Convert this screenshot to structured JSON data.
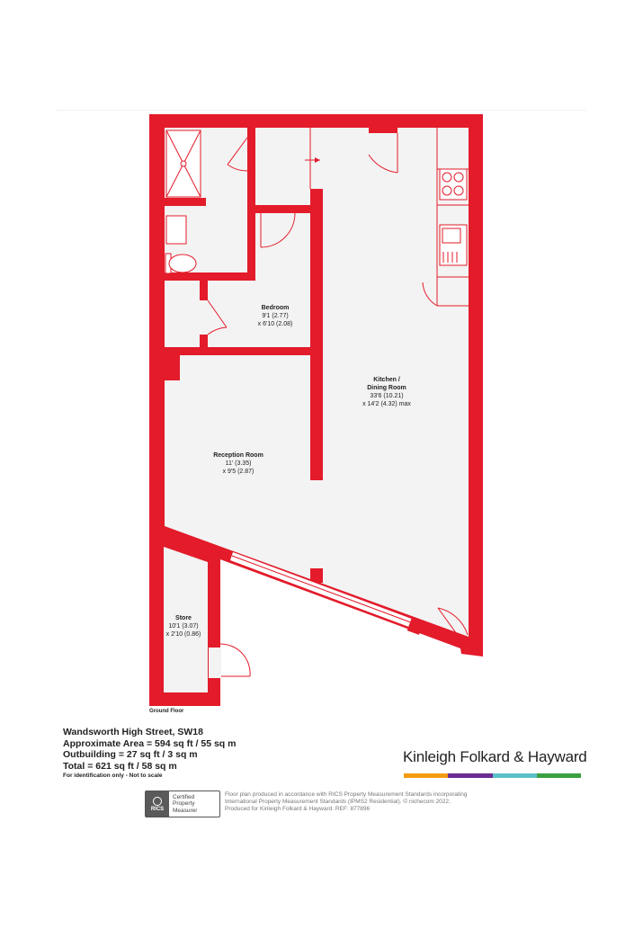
{
  "rooms": {
    "bedroom": {
      "name": "Bedroom",
      "dim1": "9'1 (2.77)",
      "dim2": "x 6'10 (2.08)"
    },
    "kitchen": {
      "name1": "Kitchen /",
      "name2": "Dining Room",
      "dim1": "33'6 (10.21)",
      "dim2": "x 14'2 (4.32) max"
    },
    "reception": {
      "name": "Reception Room",
      "dim1": "11' (3.35)",
      "dim2": "x 9'5 (2.87)"
    },
    "store": {
      "name": "Store",
      "dim1": "10'1 (3.07)",
      "dim2": "x 2'10 (0.86)"
    }
  },
  "floor_name": "Ground Floor",
  "property": {
    "address": "Wandsworth High Street, SW18",
    "approx_area": "Approximate Area = 594 sq ft / 55 sq m",
    "outbuilding": "Outbuilding = 27 sq ft / 3 sq m",
    "total": "Total = 621 sq ft / 58 sq m",
    "note": "For identification only - Not to scale"
  },
  "brand": {
    "name": "Kinleigh Folkard & Hayward",
    "bar_colors": [
      "#f39c12",
      "#6a2c91",
      "#5bc0c8",
      "#3aa040"
    ]
  },
  "rics": {
    "logo_text": "RICS",
    "line1": "Certified",
    "line2": "Property",
    "line3": "Measurer"
  },
  "disclaimer": {
    "line1": "Floor plan produced in accordance with RICS Property Measurement Standards incorporating",
    "line2": "International Property Measurement Standards (IPMS2 Residential).  © nichecom 2022.",
    "line3": "Produced for Kinleigh Folkard & Hayward.   REF: 877896"
  },
  "colors": {
    "wall": "#e31b2a",
    "floor": "#f3f3f3"
  }
}
